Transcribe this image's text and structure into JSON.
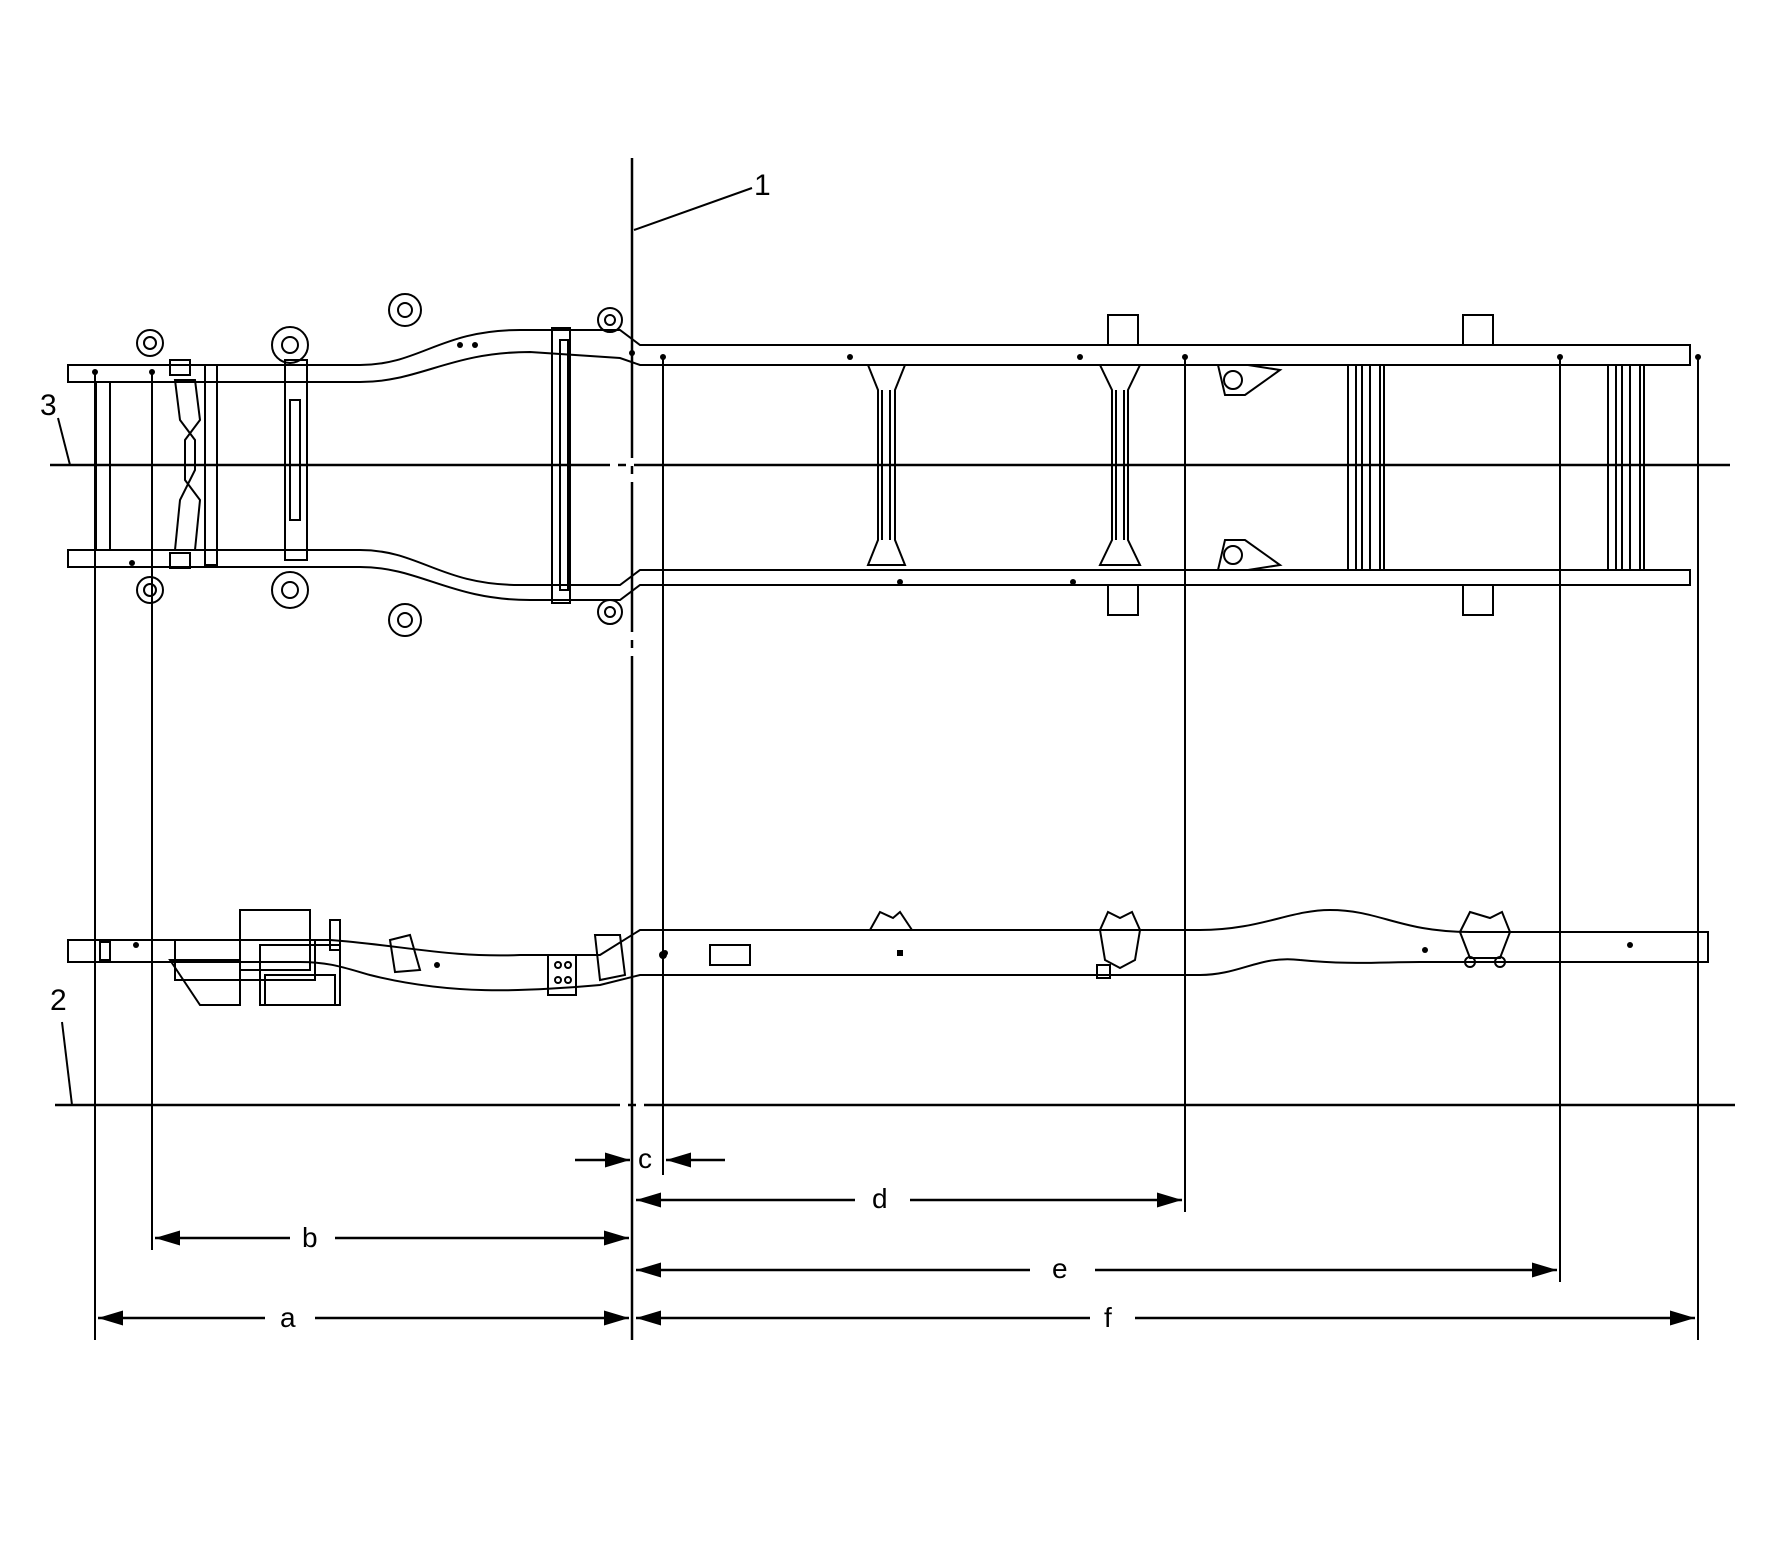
{
  "diagram": {
    "callouts": [
      {
        "id": "datum-vertical",
        "text": "1"
      },
      {
        "id": "datum-horizontal-side",
        "text": "2"
      },
      {
        "id": "datum-centerline",
        "text": "3"
      }
    ],
    "dimensions": [
      {
        "id": "a",
        "text": "a"
      },
      {
        "id": "b",
        "text": "b"
      },
      {
        "id": "c",
        "text": "c"
      },
      {
        "id": "d",
        "text": "d"
      },
      {
        "id": "e",
        "text": "e"
      },
      {
        "id": "f",
        "text": "f"
      }
    ],
    "colors": {
      "line": "#000000",
      "background": "#ffffff"
    }
  }
}
